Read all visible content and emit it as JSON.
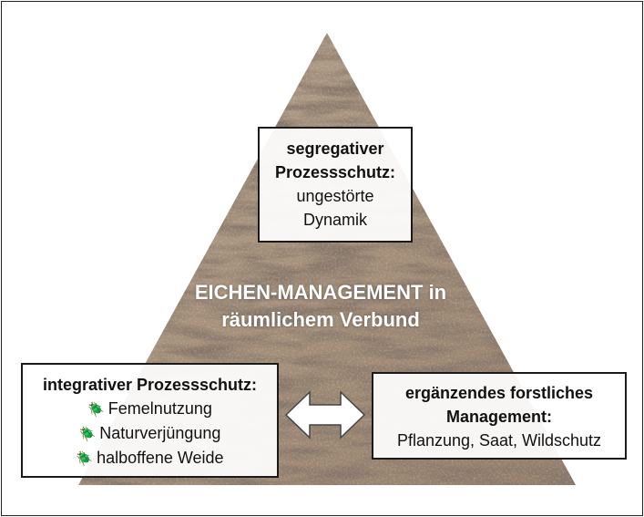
{
  "diagram": {
    "center_title": [
      "EICHEN-MANAGEMENT",
      "in räumlichem Verbund"
    ],
    "top_box": {
      "bold_lines": [
        "segregativer",
        "Prozessschutz:"
      ],
      "lines": [
        "ungestörte",
        "Dynamik"
      ]
    },
    "left_box": {
      "title": "integrativer Prozessschutz:",
      "items": [
        "Femelnutzung",
        "Naturverjüngung",
        "halboffene Weide"
      ]
    },
    "right_box": {
      "bold_lines": [
        "ergänzendes forstliches",
        "Management:"
      ],
      "lines": [
        "Pflanzung, Saat, Wildschutz"
      ]
    },
    "bullet_icon": "beetle-icon",
    "connector_icon": "double-arrow-icon",
    "colors": {
      "bark_light": "#c8b6a0",
      "bark_dark": "#3d2f25",
      "border": "#1a1a1a"
    }
  }
}
